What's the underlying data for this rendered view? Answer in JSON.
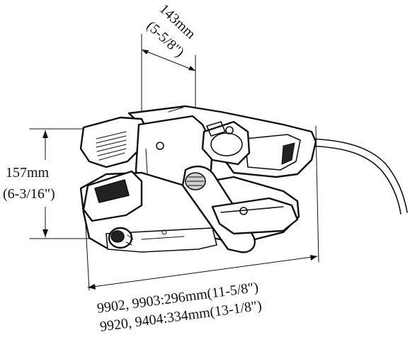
{
  "dimensions": {
    "depth": {
      "metric": "143mm",
      "imperial": "(5-5/8\")"
    },
    "height": {
      "metric": "157mm",
      "imperial": "(6-3/16\")"
    },
    "length": {
      "line1": "9902, 9903:296mm(11-5/8\")",
      "line2": "9920, 9404:334mm(13-1/8\")"
    }
  }
}
